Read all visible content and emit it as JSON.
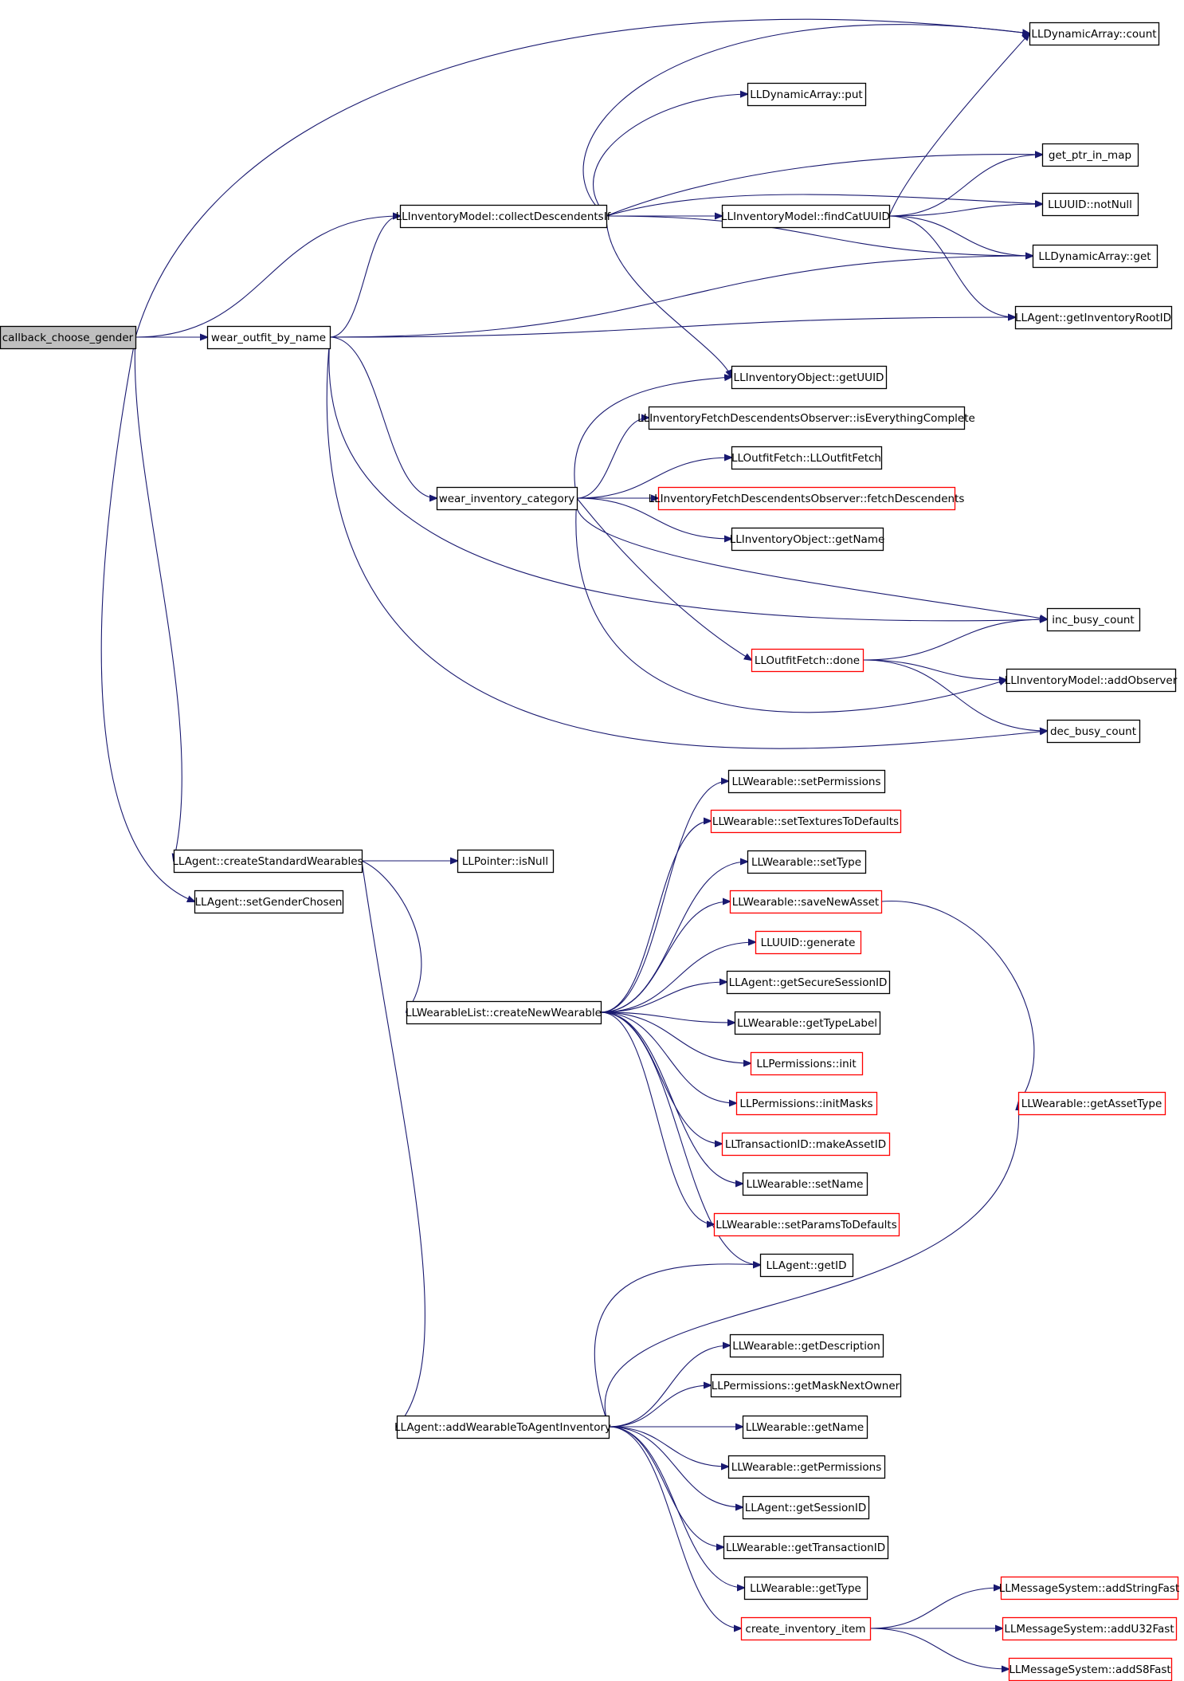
{
  "diagram": {
    "colors": {
      "edge": "#191970",
      "border_normal": "#000000",
      "border_truncated": "#ff0000",
      "fill_root": "#bfbfbf",
      "fill_normal": "#ffffff"
    },
    "nodes": [
      {
        "id": "root",
        "label": "callback_choose_gender",
        "kind": "root"
      },
      {
        "id": "wear_outfit",
        "label": "wear_outfit_by_name",
        "kind": "normal"
      },
      {
        "id": "collect",
        "label": "LLInventoryModel::collectDescendentsIf",
        "kind": "normal"
      },
      {
        "id": "da_count",
        "label": "LLDynamicArray::count",
        "kind": "normal"
      },
      {
        "id": "da_put",
        "label": "LLDynamicArray::put",
        "kind": "normal"
      },
      {
        "id": "get_ptr",
        "label": "get_ptr_in_map",
        "kind": "normal"
      },
      {
        "id": "notnull",
        "label": "LLUUID::notNull",
        "kind": "normal"
      },
      {
        "id": "findcat",
        "label": "LLInventoryModel::findCatUUID",
        "kind": "normal"
      },
      {
        "id": "da_get",
        "label": "LLDynamicArray::get",
        "kind": "normal"
      },
      {
        "id": "getroot",
        "label": "LLAgent::getInventoryRootID",
        "kind": "normal"
      },
      {
        "id": "inv_getuuid",
        "label": "LLInventoryObject::getUUID",
        "kind": "normal"
      },
      {
        "id": "iseverything",
        "label": "LLInventoryFetchDescendentsObserver::isEverythingComplete",
        "kind": "normal"
      },
      {
        "id": "outfitfetch_ctor",
        "label": "LLOutfitFetch::LLOutfitFetch",
        "kind": "normal"
      },
      {
        "id": "wear_inv",
        "label": "wear_inventory_category",
        "kind": "normal"
      },
      {
        "id": "fetchdesc",
        "label": "LLInventoryFetchDescendentsObserver::fetchDescendents",
        "kind": "truncated"
      },
      {
        "id": "inv_getname",
        "label": "LLInventoryObject::getName",
        "kind": "normal"
      },
      {
        "id": "inc_busy",
        "label": "inc_busy_count",
        "kind": "normal"
      },
      {
        "id": "done",
        "label": "LLOutfitFetch::done",
        "kind": "truncated"
      },
      {
        "id": "addobs",
        "label": "LLInventoryModel::addObserver",
        "kind": "normal"
      },
      {
        "id": "dec_busy",
        "label": "dec_busy_count",
        "kind": "normal"
      },
      {
        "id": "createstd",
        "label": "LLAgent::createStandardWearables",
        "kind": "normal"
      },
      {
        "id": "setgender",
        "label": "LLAgent::setGenderChosen",
        "kind": "normal"
      },
      {
        "id": "isnull",
        "label": "LLPointer::isNull",
        "kind": "normal"
      },
      {
        "id": "createnew",
        "label": "LLWearableList::createNewWearable",
        "kind": "normal"
      },
      {
        "id": "setperm",
        "label": "LLWearable::setPermissions",
        "kind": "normal"
      },
      {
        "id": "settex",
        "label": "LLWearable::setTexturesToDefaults",
        "kind": "truncated"
      },
      {
        "id": "settype",
        "label": "LLWearable::setType",
        "kind": "normal"
      },
      {
        "id": "savenew",
        "label": "LLWearable::saveNewAsset",
        "kind": "truncated"
      },
      {
        "id": "generate",
        "label": "LLUUID::generate",
        "kind": "truncated"
      },
      {
        "id": "securesess",
        "label": "LLAgent::getSecureSessionID",
        "kind": "normal"
      },
      {
        "id": "typelabel",
        "label": "LLWearable::getTypeLabel",
        "kind": "normal"
      },
      {
        "id": "perm_init",
        "label": "LLPermissions::init",
        "kind": "truncated"
      },
      {
        "id": "initmasks",
        "label": "LLPermissions::initMasks",
        "kind": "truncated"
      },
      {
        "id": "makeasset",
        "label": "LLTransactionID::makeAssetID",
        "kind": "truncated"
      },
      {
        "id": "setname",
        "label": "LLWearable::setName",
        "kind": "normal"
      },
      {
        "id": "setparams",
        "label": "LLWearable::setParamsToDefaults",
        "kind": "truncated"
      },
      {
        "id": "assettype",
        "label": "LLWearable::getAssetType",
        "kind": "truncated"
      },
      {
        "id": "getid",
        "label": "LLAgent::getID",
        "kind": "normal"
      },
      {
        "id": "getdesc",
        "label": "LLWearable::getDescription",
        "kind": "normal"
      },
      {
        "id": "masknext",
        "label": "LLPermissions::getMaskNextOwner",
        "kind": "normal"
      },
      {
        "id": "addwear",
        "label": "LLAgent::addWearableToAgentInventory",
        "kind": "normal"
      },
      {
        "id": "w_getname",
        "label": "LLWearable::getName",
        "kind": "normal"
      },
      {
        "id": "w_getperm",
        "label": "LLWearable::getPermissions",
        "kind": "normal"
      },
      {
        "id": "sessid",
        "label": "LLAgent::getSessionID",
        "kind": "normal"
      },
      {
        "id": "transid",
        "label": "LLWearable::getTransactionID",
        "kind": "normal"
      },
      {
        "id": "w_gettype",
        "label": "LLWearable::getType",
        "kind": "normal"
      },
      {
        "id": "createitem",
        "label": "create_inventory_item",
        "kind": "truncated"
      },
      {
        "id": "addstring",
        "label": "LLMessageSystem::addStringFast",
        "kind": "truncated"
      },
      {
        "id": "addu32",
        "label": "LLMessageSystem::addU32Fast",
        "kind": "truncated"
      },
      {
        "id": "adds8",
        "label": "LLMessageSystem::addS8Fast",
        "kind": "truncated"
      }
    ],
    "edges": [
      [
        "root",
        "da_count"
      ],
      [
        "root",
        "collect"
      ],
      [
        "root",
        "wear_outfit"
      ],
      [
        "root",
        "createstd"
      ],
      [
        "root",
        "setgender"
      ],
      [
        "wear_outfit",
        "collect"
      ],
      [
        "wear_outfit",
        "da_get"
      ],
      [
        "wear_outfit",
        "getroot"
      ],
      [
        "wear_outfit",
        "wear_inv"
      ],
      [
        "wear_outfit",
        "inc_busy"
      ],
      [
        "wear_outfit",
        "dec_busy"
      ],
      [
        "collect",
        "da_count"
      ],
      [
        "collect",
        "da_put"
      ],
      [
        "collect",
        "get_ptr"
      ],
      [
        "collect",
        "notnull"
      ],
      [
        "collect",
        "findcat"
      ],
      [
        "collect",
        "da_get"
      ],
      [
        "collect",
        "inv_getuuid"
      ],
      [
        "findcat",
        "da_count"
      ],
      [
        "findcat",
        "get_ptr"
      ],
      [
        "findcat",
        "notnull"
      ],
      [
        "findcat",
        "da_get"
      ],
      [
        "findcat",
        "getroot"
      ],
      [
        "wear_inv",
        "inv_getuuid"
      ],
      [
        "wear_inv",
        "iseverything"
      ],
      [
        "wear_inv",
        "outfitfetch_ctor"
      ],
      [
        "wear_inv",
        "fetchdesc"
      ],
      [
        "wear_inv",
        "inv_getname"
      ],
      [
        "wear_inv",
        "inc_busy"
      ],
      [
        "wear_inv",
        "done"
      ],
      [
        "wear_inv",
        "addobs"
      ],
      [
        "done",
        "inc_busy"
      ],
      [
        "done",
        "addobs"
      ],
      [
        "done",
        "dec_busy"
      ],
      [
        "createstd",
        "isnull"
      ],
      [
        "createstd",
        "createnew"
      ],
      [
        "createstd",
        "addwear"
      ],
      [
        "createnew",
        "setperm"
      ],
      [
        "createnew",
        "settex"
      ],
      [
        "createnew",
        "settype"
      ],
      [
        "createnew",
        "savenew"
      ],
      [
        "createnew",
        "generate"
      ],
      [
        "createnew",
        "securesess"
      ],
      [
        "createnew",
        "typelabel"
      ],
      [
        "createnew",
        "perm_init"
      ],
      [
        "createnew",
        "initmasks"
      ],
      [
        "createnew",
        "makeasset"
      ],
      [
        "createnew",
        "setname"
      ],
      [
        "createnew",
        "setparams"
      ],
      [
        "createnew",
        "getid"
      ],
      [
        "savenew",
        "assettype"
      ],
      [
        "addwear",
        "getid"
      ],
      [
        "addwear",
        "assettype"
      ],
      [
        "addwear",
        "getdesc"
      ],
      [
        "addwear",
        "masknext"
      ],
      [
        "addwear",
        "w_getname"
      ],
      [
        "addwear",
        "w_getperm"
      ],
      [
        "addwear",
        "sessid"
      ],
      [
        "addwear",
        "transid"
      ],
      [
        "addwear",
        "w_gettype"
      ],
      [
        "addwear",
        "createitem"
      ],
      [
        "createitem",
        "addstring"
      ],
      [
        "createitem",
        "addu32"
      ],
      [
        "createitem",
        "adds8"
      ]
    ]
  }
}
